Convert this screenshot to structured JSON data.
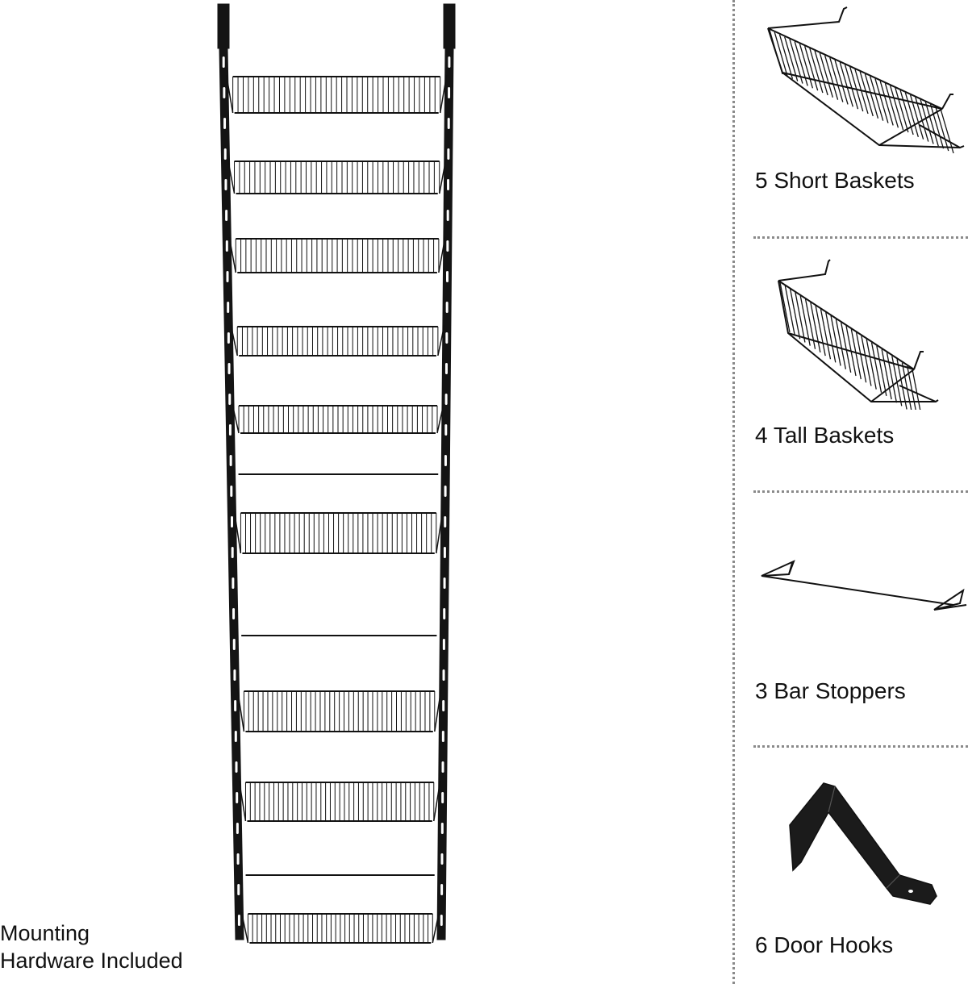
{
  "mounting_note": {
    "line1": "Mounting",
    "line2": "Hardware Included"
  },
  "parts": [
    {
      "icon": "short-basket-icon",
      "label": "5 Short Baskets"
    },
    {
      "icon": "tall-basket-icon",
      "label": "4 Tall Baskets"
    },
    {
      "icon": "bar-stopper-icon",
      "label": "3 Bar Stoppers"
    },
    {
      "icon": "door-hook-icon",
      "label": "6 Door Hooks"
    }
  ],
  "colors": {
    "metal": "#111111",
    "divider": "#8a8a8a",
    "background": "#ffffff"
  }
}
